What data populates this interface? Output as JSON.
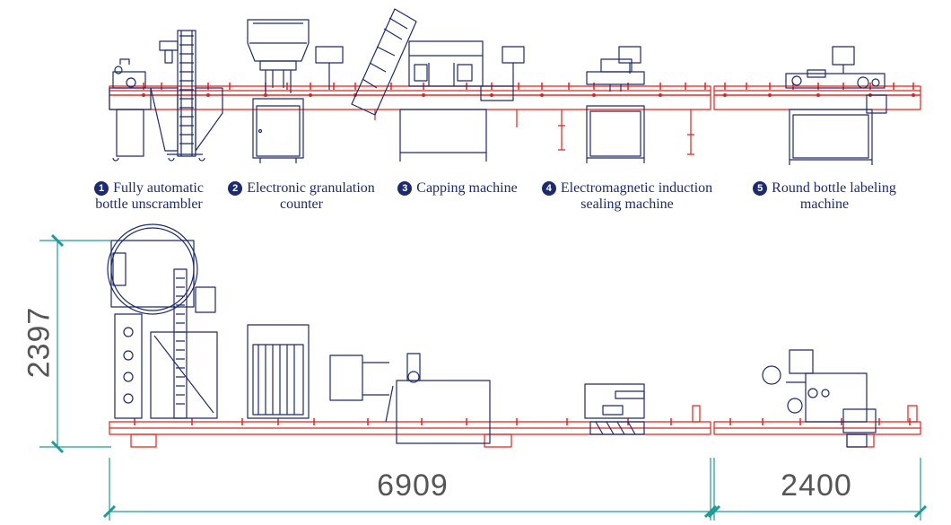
{
  "machines": [
    {
      "num": "1",
      "line1": "Fully automatic",
      "line2": "bottle unscrambler"
    },
    {
      "num": "2",
      "line1": "Electronic granulation",
      "line2": "counter"
    },
    {
      "num": "3",
      "line1": "Capping machine",
      "line2": ""
    },
    {
      "num": "4",
      "line1": "Electromagnetic induction",
      "line2": "sealing machine"
    },
    {
      "num": "5",
      "line1": "Round bottle labeling",
      "line2": "machine"
    }
  ],
  "dimensions": {
    "height": "2397",
    "length_main": "6909",
    "length_end": "2400"
  },
  "colors": {
    "machine": "#1d2a6e",
    "conveyor": "#e0231b",
    "dimension": "#1e9a9a",
    "dim_text": "#555555"
  }
}
